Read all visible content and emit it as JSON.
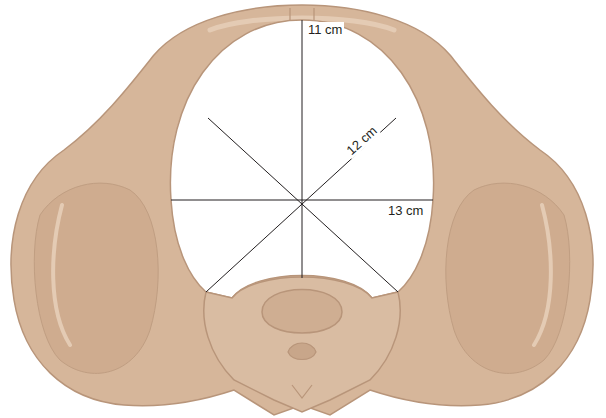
{
  "diagram": {
    "labels": [
      "11 cm",
      "12 cm",
      "13 cm"
    ]
  }
}
